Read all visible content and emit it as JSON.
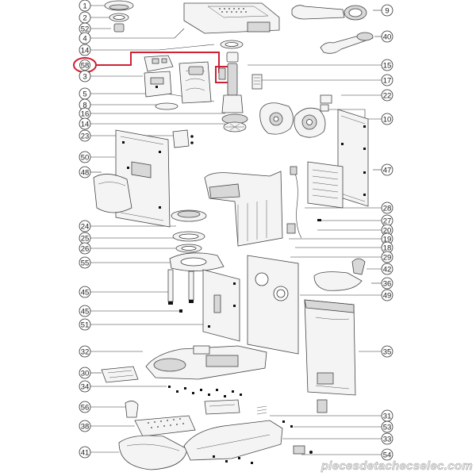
{
  "diagram": {
    "part_numbers_left": [
      "1",
      "2",
      "52",
      "4",
      "14",
      "58",
      "3",
      "5",
      "8",
      "16",
      "14",
      "23",
      "50",
      "48",
      "24",
      "25",
      "26",
      "55",
      "45",
      "45",
      "51",
      "32",
      "30",
      "34",
      "56",
      "38",
      "41"
    ],
    "part_numbers_right": [
      "9",
      "40",
      "15",
      "17",
      "22",
      "10",
      "47",
      "28",
      "27",
      "20",
      "19",
      "18",
      "29",
      "42",
      "36",
      "49",
      "35",
      "31",
      "53",
      "33",
      "54"
    ],
    "highlighted_part": "58",
    "highlight_color": "#cc2233",
    "watermark": "piecesdetachecselec.com"
  }
}
